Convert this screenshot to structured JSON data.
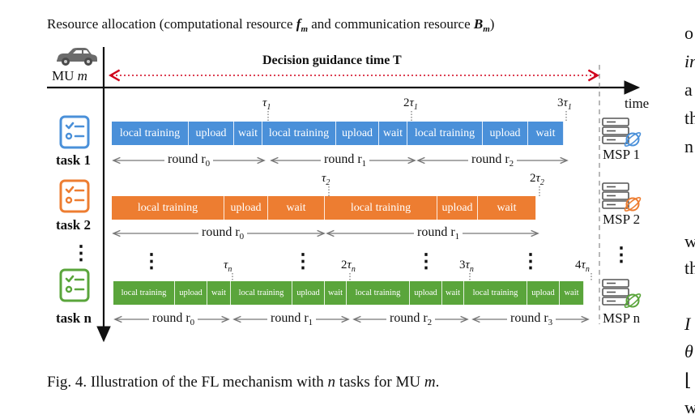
{
  "header": {
    "title_parts": [
      "Resource allocation (computational resource ",
      "f",
      "m",
      " and communication resource ",
      "B",
      "m",
      ")"
    ],
    "guidance_label": "Decision guidance time T",
    "mu_label_prefix": "MU ",
    "mu_label_var": "m",
    "time_label": "time"
  },
  "tasks": [
    {
      "label": "task 1",
      "color": "#4a90d9",
      "icon": "checklist-icon",
      "segments": [
        "local training",
        "upload",
        "wait",
        "local training",
        "upload",
        "wait",
        "local training",
        "upload",
        "wait"
      ],
      "tau_marks": [
        "τ1",
        "2τ1",
        "3τ1"
      ],
      "rounds": [
        "round r0",
        "round r1",
        "round r2"
      ],
      "msp": "MSP 1"
    },
    {
      "label": "task 2",
      "color": "#ed7d31",
      "icon": "checklist-icon",
      "segments": [
        "local training",
        "upload",
        "wait",
        "local training",
        "upload",
        "wait"
      ],
      "tau_marks": [
        "τ2",
        "2τ2"
      ],
      "rounds": [
        "round r0",
        "round r1"
      ],
      "msp": "MSP 2"
    },
    {
      "label": "task n",
      "color": "#5aa53b",
      "icon": "checklist-icon",
      "segments": [
        "local training",
        "upload",
        "wait",
        "local training",
        "upload",
        "wait",
        "local training",
        "upload",
        "wait",
        "local training",
        "upload",
        "wait"
      ],
      "tau_marks": [
        "τn",
        "2τn",
        "3τn",
        "4τn"
      ],
      "rounds": [
        "round r0",
        "round r1",
        "round r2",
        "round r3"
      ],
      "msp": "MSP n"
    }
  ],
  "vertical_ellipsis": "⋮",
  "caption": "Fig. 4.  Illustration of the FL mechanism with n tasks for MU m.",
  "right_column_fragments": [
    "o",
    "in",
    "a",
    "th",
    "n",
    "w",
    "th",
    "I",
    "θ",
    "⌊",
    "w"
  ],
  "colors": {
    "axis": "#111111",
    "guidance_arrow": "#d0021b",
    "dashed_line": "#888888"
  }
}
